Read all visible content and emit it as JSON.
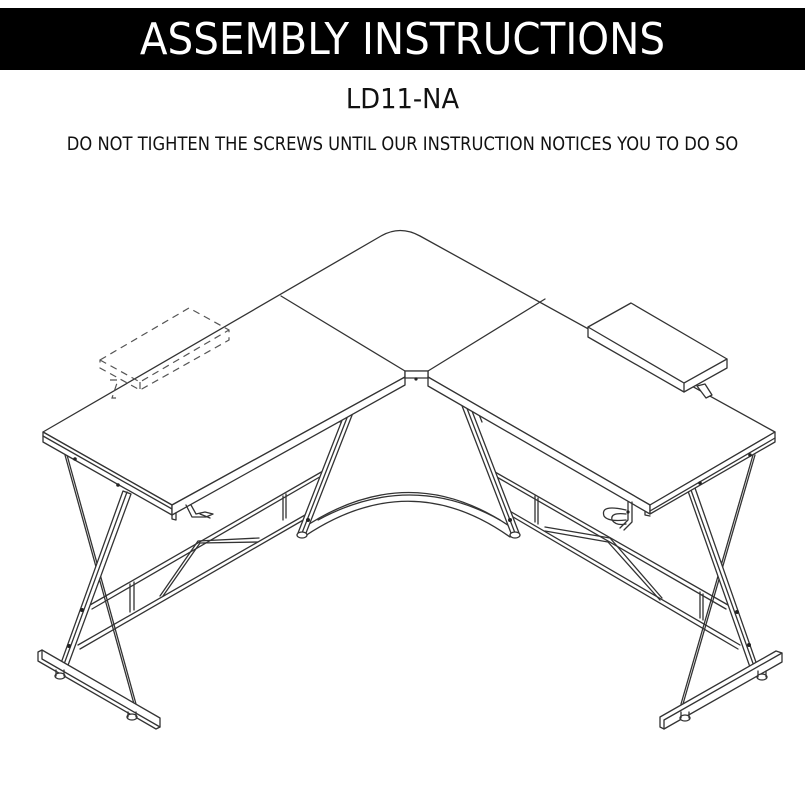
{
  "header": {
    "title": "ASSEMBLY INSTRUCTIONS",
    "background": "#000000",
    "text_color": "#ffffff"
  },
  "model": {
    "label": "LD11-NA"
  },
  "notice": {
    "text": "DO NOT TIGHTEN THE SCREWS UNTIL OUR INSTRUCTION NOTICES YOU TO DO SO"
  },
  "diagram": {
    "subject": "L-shaped corner desk line drawing",
    "parts": [
      "desktop-left-wing",
      "desktop-corner-panel",
      "desktop-right-wing",
      "monitor-stand-shelf",
      "monitor-stand-dashed-alt-position",
      "headphone-hook",
      "cup-holder",
      "x-frame-leg-left",
      "x-frame-leg-right",
      "inner-legs",
      "curved-back-support",
      "crossbar-frames",
      "leveling-feet"
    ]
  }
}
